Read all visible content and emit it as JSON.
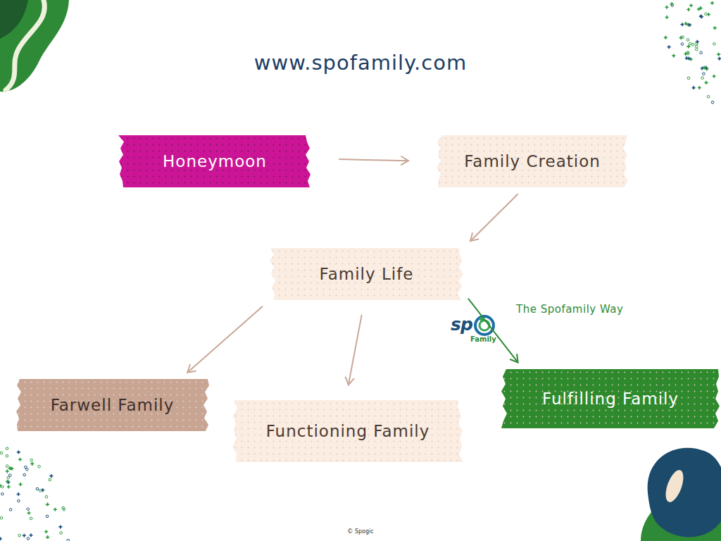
{
  "diagram": {
    "title": "www.spofamily.com",
    "caption": "© Spogic",
    "nodes": [
      {
        "text": [
          "Honeymoon"
        ]
      },
      {
        "text": [
          "Family Creation"
        ]
      },
      {
        "text": [
          "Family Life"
        ]
      },
      {
        "text": [
          "Farwell Family"
        ]
      },
      {
        "text": [
          "Functioning Family"
        ]
      },
      {
        "text": [
          "Fulfilling Family"
        ]
      }
    ],
    "edges": [
      {
        "from": 0,
        "to": 1,
        "arrow": "to"
      },
      {
        "from": 1,
        "to": 2,
        "arrow": "to"
      },
      {
        "from": 2,
        "to": 3,
        "arrow": "to"
      },
      {
        "from": 2,
        "to": 4,
        "arrow": "to"
      },
      {
        "from": 2,
        "to": 5,
        "label": "The Spofamily Way",
        "arrow": "to"
      }
    ],
    "labels": [
      "sp",
      "Family"
    ]
  }
}
